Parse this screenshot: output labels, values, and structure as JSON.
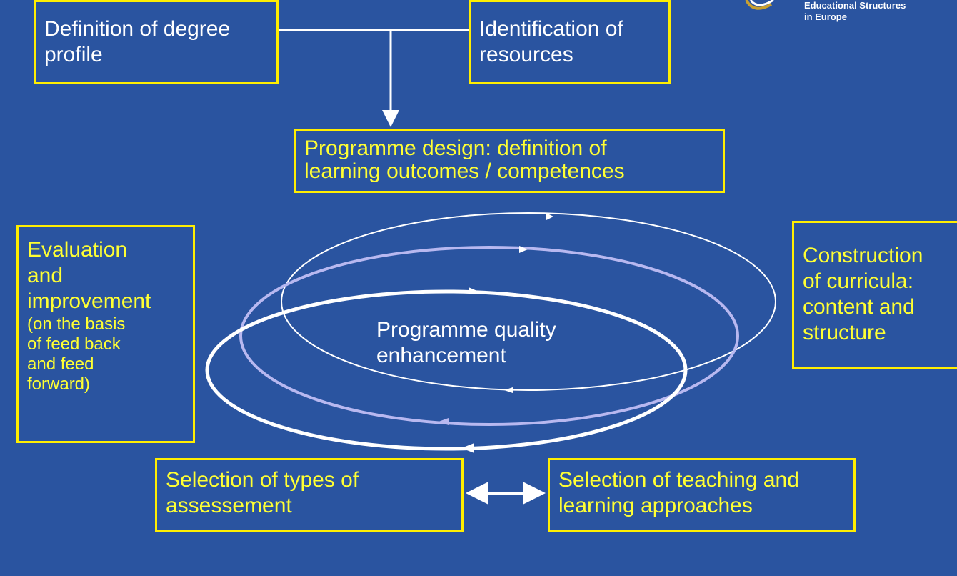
{
  "logo": {
    "text": "Educational Structures\nin Europe"
  },
  "boxes": {
    "degree_profile": "Definition of degree\nprofile",
    "resources": "Identification of\nresources",
    "programme_design": "Programme design: definition of\nlearning outcomes / competences",
    "evaluation_title": "Evaluation\nand\nimprovement",
    "evaluation_note": "(on the basis\nof feed back\nand feed\nforward)",
    "curricula": "Construction\nof curricula:\ncontent and\nstructure",
    "assessment": "Selection of types of\nassessement",
    "teaching": "Selection of teaching and\nlearning approaches"
  },
  "center": {
    "label": "Programme quality\nenhancement"
  },
  "colors": {
    "background": "#2a54a0",
    "box_border": "#ffee00",
    "yellow_text": "#ffff33",
    "white": "#ffffff",
    "lavender": "#b8b8f0"
  }
}
